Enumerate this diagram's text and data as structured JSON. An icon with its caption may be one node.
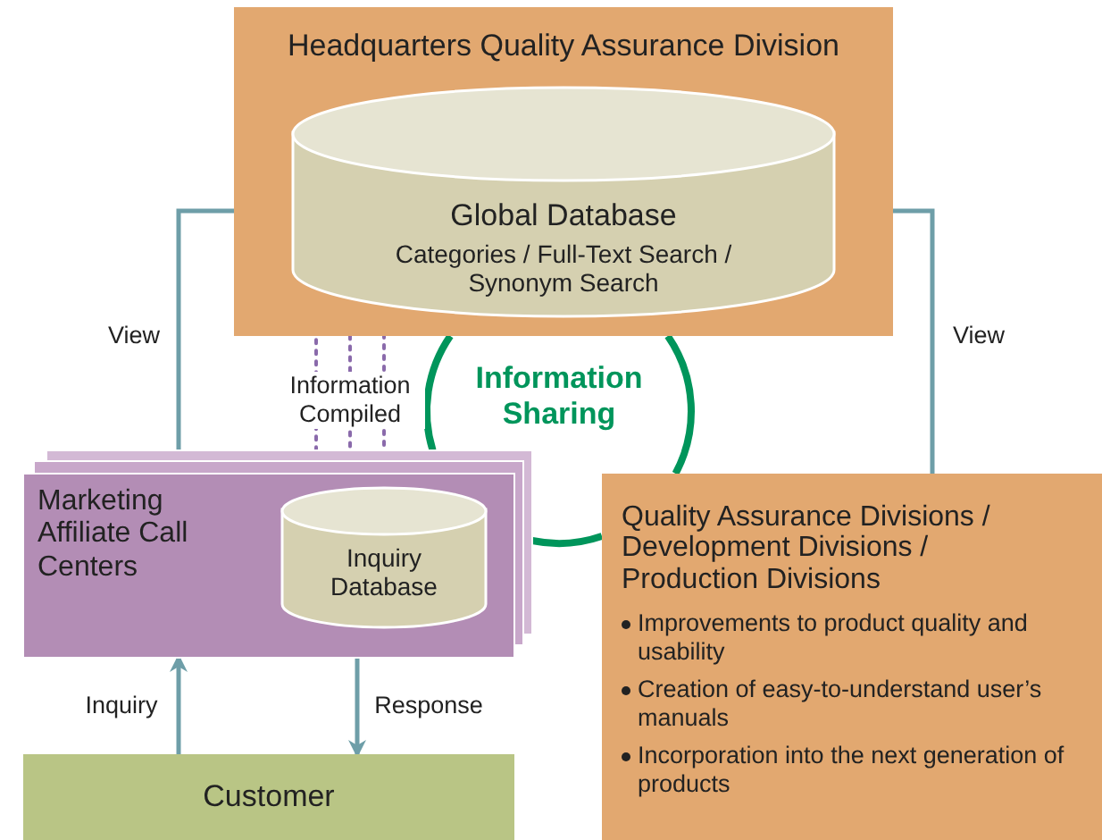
{
  "diagram": {
    "nodes": [
      {
        "text": [
          "Headquarters Quality Assurance Division"
        ]
      },
      {
        "text": [
          "Global Database",
          "Categories / Full-Text Search / Synonym Search"
        ],
        "in": 0
      },
      {
        "text": [
          "Information Sharing"
        ]
      },
      {
        "text": [
          "Marketing Affiliate Call Centers"
        ]
      },
      {
        "text": [
          "Inquiry Database"
        ],
        "in": 3
      },
      {
        "text": [
          "Quality Assurance Divisions / Development Divisions / Production Divisions",
          "Improvements to product quality and usability",
          "Creation of easy-to-understand user’s manuals",
          "Incorporation into the next generation of products"
        ]
      },
      {
        "text": [
          "Customer"
        ]
      }
    ],
    "edges": [
      {
        "from": 3,
        "to": 1,
        "arrow": "to",
        "label": "View"
      },
      {
        "from": 5,
        "to": 1,
        "arrow": "to",
        "label": "View"
      },
      {
        "from": 4,
        "to": 1,
        "arrow": "to",
        "style": "dashed",
        "color": "#8a6aab"
      },
      {
        "from": 4,
        "to": 1,
        "arrow": "to",
        "style": "dashed",
        "color": "#8a6aab",
        "label": "Information Compiled"
      },
      {
        "from": 4,
        "to": 1,
        "arrow": "to",
        "style": "dashed",
        "color": "#8a6aab"
      },
      {
        "from": 6,
        "to": 3,
        "arrow": "to",
        "label": "Inquiry"
      },
      {
        "from": 3,
        "to": 6,
        "arrow": "to",
        "label": "Response"
      }
    ]
  }
}
